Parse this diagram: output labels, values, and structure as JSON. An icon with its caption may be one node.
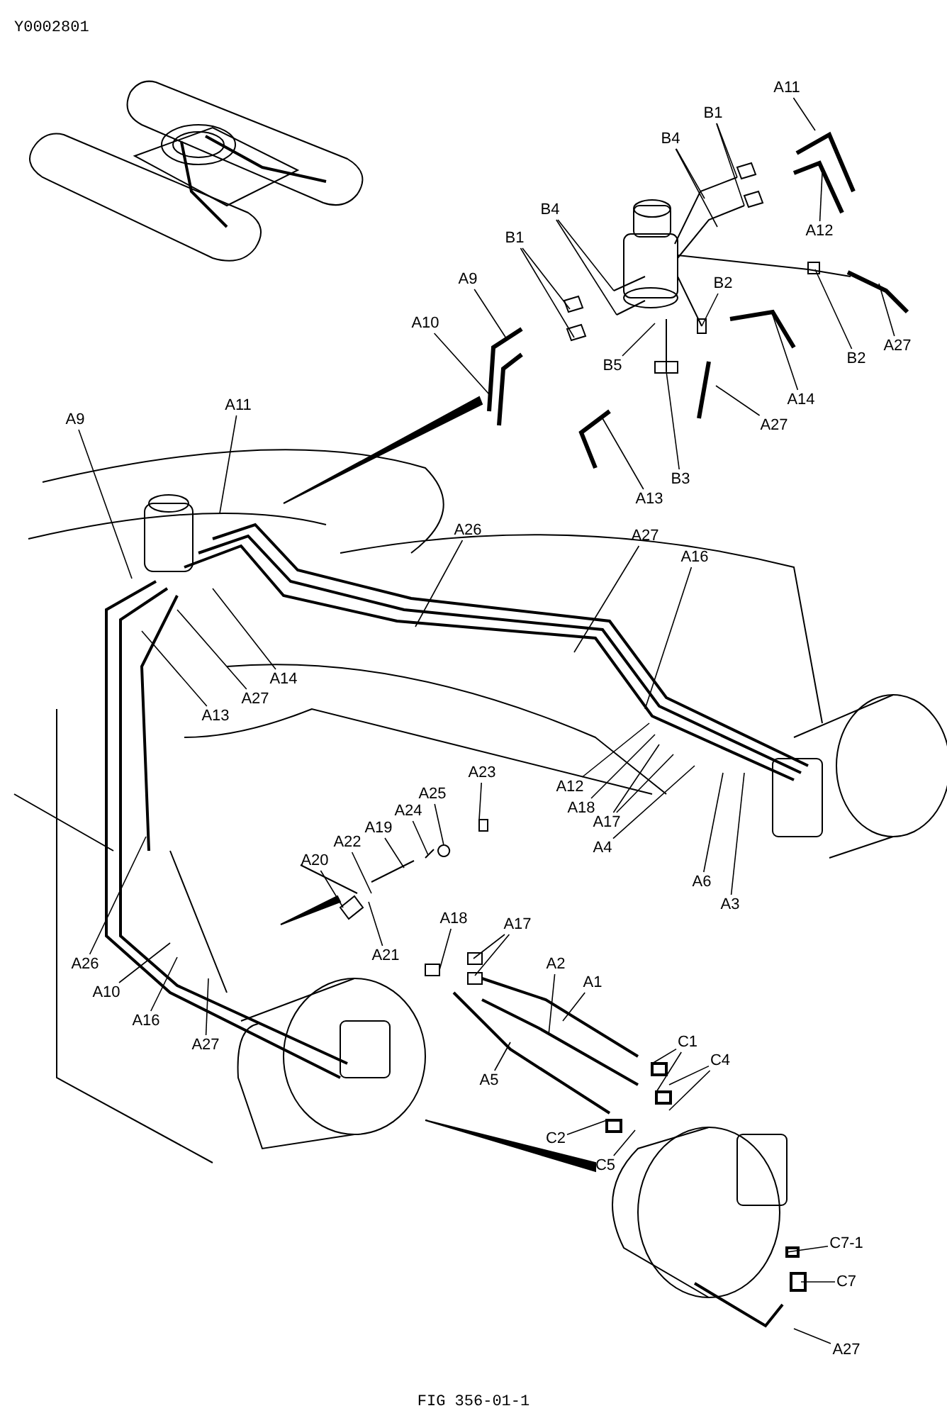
{
  "diagram": {
    "caption": "FIG 356-01-1",
    "nodes": [
      {
        "text": [
          "A11"
        ]
      },
      {
        "text": [
          "B1"
        ]
      },
      {
        "text": [
          "B4"
        ]
      },
      {
        "text": [
          "B4"
        ]
      },
      {
        "text": [
          "A12"
        ]
      },
      {
        "text": [
          "B1"
        ]
      },
      {
        "text": [
          "A9"
        ]
      },
      {
        "text": [
          "B2"
        ]
      },
      {
        "text": [
          "A10"
        ]
      },
      {
        "text": [
          "A27"
        ]
      },
      {
        "text": [
          "B2"
        ]
      },
      {
        "text": [
          "B5"
        ]
      },
      {
        "text": [
          "A14"
        ]
      },
      {
        "text": [
          "A27"
        ]
      },
      {
        "text": [
          "A11"
        ]
      },
      {
        "text": [
          "A9"
        ]
      },
      {
        "text": [
          "B3"
        ]
      },
      {
        "text": [
          "A13"
        ]
      },
      {
        "text": [
          "A26"
        ]
      },
      {
        "text": [
          "A27"
        ]
      },
      {
        "text": [
          "A16"
        ]
      },
      {
        "text": [
          "A14"
        ]
      },
      {
        "text": [
          "A27"
        ]
      },
      {
        "text": [
          "A13"
        ]
      },
      {
        "text": [
          "A23"
        ]
      },
      {
        "text": [
          "A12"
        ]
      },
      {
        "text": [
          "A25"
        ]
      },
      {
        "text": [
          "A18"
        ]
      },
      {
        "text": [
          "A24"
        ]
      },
      {
        "text": [
          "A17"
        ]
      },
      {
        "text": [
          "A19"
        ]
      },
      {
        "text": [
          "A22"
        ]
      },
      {
        "text": [
          "A4"
        ]
      },
      {
        "text": [
          "A20"
        ]
      },
      {
        "text": [
          "A6"
        ]
      },
      {
        "text": [
          "A3"
        ]
      },
      {
        "text": [
          "A18"
        ]
      },
      {
        "text": [
          "A17"
        ]
      },
      {
        "text": [
          "A21"
        ]
      },
      {
        "text": [
          "A26"
        ]
      },
      {
        "text": [
          "A2"
        ]
      },
      {
        "text": [
          "A1"
        ]
      },
      {
        "text": [
          "A10"
        ]
      },
      {
        "text": [
          "A16"
        ]
      },
      {
        "text": [
          "C1"
        ]
      },
      {
        "text": [
          "A27"
        ]
      },
      {
        "text": [
          "C4"
        ]
      },
      {
        "text": [
          "A5"
        ]
      },
      {
        "text": [
          "C2"
        ]
      },
      {
        "text": [
          "C5"
        ]
      },
      {
        "text": [
          "C7-1"
        ]
      },
      {
        "text": [
          "C7"
        ]
      },
      {
        "text": [
          "A27"
        ]
      }
    ],
    "edges": [
      {
        "from": 0,
        "to": null,
        "arrow": "none"
      },
      {
        "from": 1,
        "to": null,
        "arrow": "none"
      },
      {
        "from": 1,
        "to": null,
        "arrow": "none"
      },
      {
        "from": 2,
        "to": null,
        "arrow": "none"
      },
      {
        "from": 2,
        "to": null,
        "arrow": "none"
      },
      {
        "from": 3,
        "to": null,
        "arrow": "none"
      },
      {
        "from": 3,
        "to": null,
        "arrow": "none"
      },
      {
        "from": 4,
        "to": null,
        "arrow": "none"
      },
      {
        "from": 5,
        "to": null,
        "arrow": "none"
      },
      {
        "from": 5,
        "to": null,
        "arrow": "none"
      },
      {
        "from": 6,
        "to": null,
        "arrow": "none"
      },
      {
        "from": 7,
        "to": null,
        "arrow": "none"
      },
      {
        "from": 8,
        "to": null,
        "arrow": "none"
      },
      {
        "from": 9,
        "to": null,
        "arrow": "none"
      },
      {
        "from": 10,
        "to": null,
        "arrow": "none"
      },
      {
        "from": 11,
        "to": null,
        "arrow": "none"
      },
      {
        "from": 12,
        "to": null,
        "arrow": "none"
      },
      {
        "from": 13,
        "to": null,
        "arrow": "none"
      },
      {
        "from": 14,
        "to": null,
        "arrow": "none"
      },
      {
        "from": 15,
        "to": null,
        "arrow": "none"
      },
      {
        "from": 16,
        "to": null,
        "arrow": "none"
      },
      {
        "from": 17,
        "to": null,
        "arrow": "none"
      },
      {
        "from": 18,
        "to": null,
        "arrow": "none"
      },
      {
        "from": 19,
        "to": null,
        "arrow": "none"
      },
      {
        "from": 20,
        "to": null,
        "arrow": "none"
      },
      {
        "from": 21,
        "to": null,
        "arrow": "none"
      },
      {
        "from": 22,
        "to": null,
        "arrow": "none"
      },
      {
        "from": 23,
        "to": null,
        "arrow": "none"
      },
      {
        "from": 24,
        "to": null,
        "arrow": "none"
      },
      {
        "from": 25,
        "to": null,
        "arrow": "none"
      },
      {
        "from": 26,
        "to": null,
        "arrow": "none"
      },
      {
        "from": 27,
        "to": null,
        "arrow": "none"
      },
      {
        "from": 28,
        "to": null,
        "arrow": "none"
      },
      {
        "from": 29,
        "to": null,
        "arrow": "none"
      },
      {
        "from": 29,
        "to": null,
        "arrow": "none"
      },
      {
        "from": 30,
        "to": null,
        "arrow": "none"
      },
      {
        "from": 31,
        "to": null,
        "arrow": "none"
      },
      {
        "from": 32,
        "to": null,
        "arrow": "none"
      },
      {
        "from": 33,
        "to": null,
        "arrow": "none"
      },
      {
        "from": 34,
        "to": null,
        "arrow": "none"
      },
      {
        "from": 35,
        "to": null,
        "arrow": "none"
      },
      {
        "from": 36,
        "to": null,
        "arrow": "none"
      },
      {
        "from": 37,
        "to": null,
        "arrow": "none"
      },
      {
        "from": 37,
        "to": null,
        "arrow": "none"
      },
      {
        "from": 38,
        "to": null,
        "arrow": "none"
      },
      {
        "from": 39,
        "to": null,
        "arrow": "none"
      },
      {
        "from": 40,
        "to": null,
        "arrow": "none"
      },
      {
        "from": 41,
        "to": null,
        "arrow": "none"
      },
      {
        "from": 42,
        "to": null,
        "arrow": "none"
      },
      {
        "from": 43,
        "to": null,
        "arrow": "none"
      },
      {
        "from": 44,
        "to": null,
        "arrow": "none"
      },
      {
        "from": 44,
        "to": null,
        "arrow": "none"
      },
      {
        "from": 45,
        "to": null,
        "arrow": "none"
      },
      {
        "from": 46,
        "to": null,
        "arrow": "none"
      },
      {
        "from": 46,
        "to": null,
        "arrow": "none"
      },
      {
        "from": 47,
        "to": null,
        "arrow": "none"
      },
      {
        "from": 48,
        "to": null,
        "arrow": "none"
      },
      {
        "from": 49,
        "to": null,
        "arrow": "none"
      },
      {
        "from": 50,
        "to": null,
        "arrow": "none"
      },
      {
        "from": 51,
        "to": null,
        "arrow": "none"
      },
      {
        "from": 52,
        "to": null,
        "arrow": "none"
      }
    ],
    "labels": [
      "Y0002801"
    ]
  }
}
